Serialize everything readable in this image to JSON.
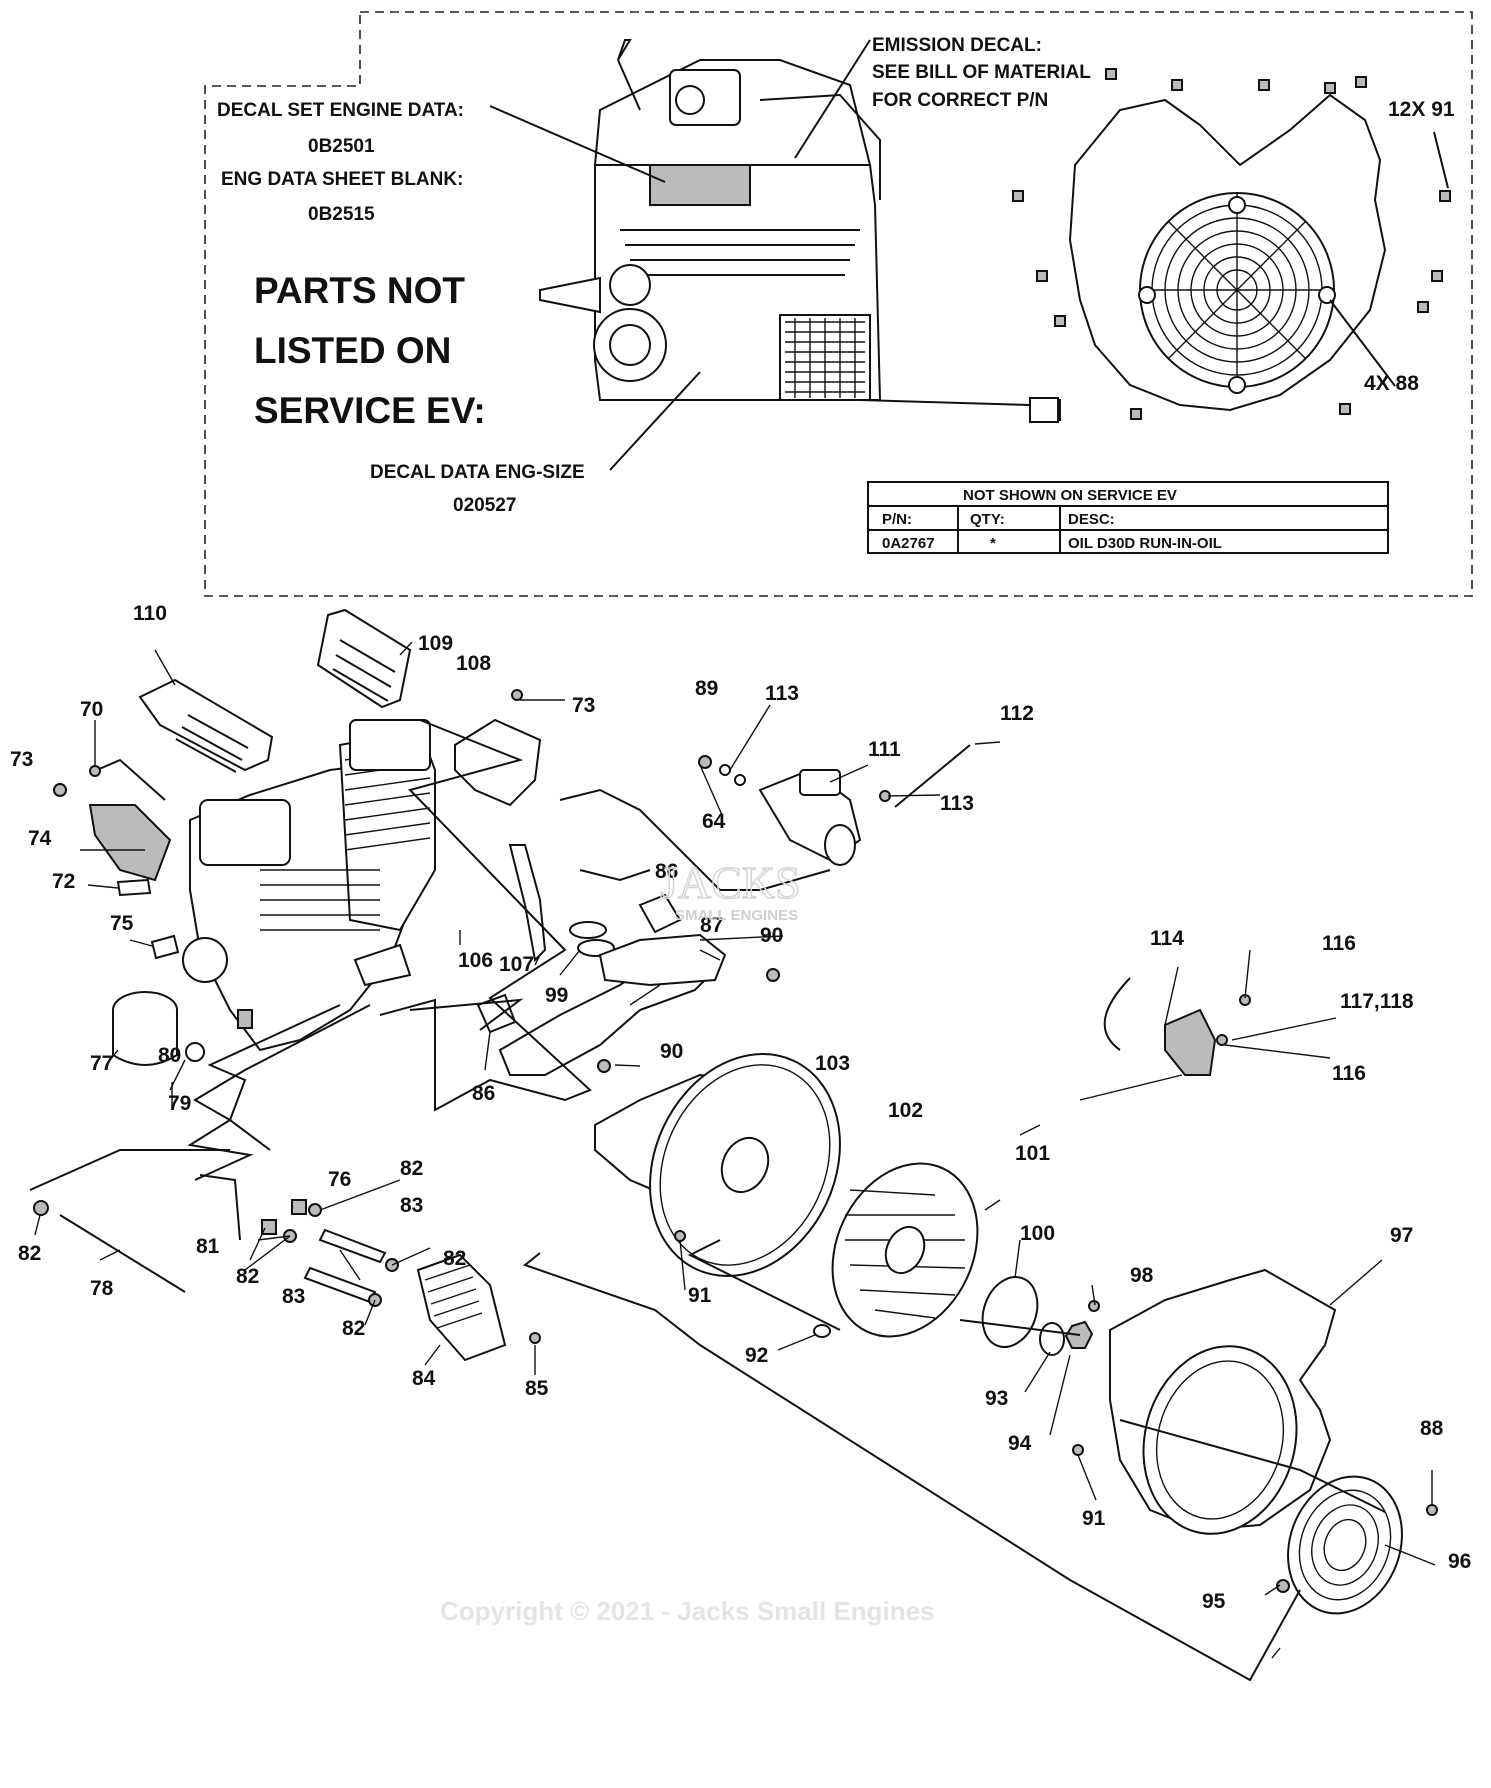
{
  "notes": {
    "decal_set_title": "DECAL SET ENGINE DATA:",
    "decal_set_pn": "0B2501",
    "eng_sheet_title": "ENG DATA SHEET BLANK:",
    "eng_sheet_pn": "0B2515",
    "parts_not_1": "PARTS NOT",
    "parts_not_2": "LISTED ON",
    "parts_not_3": "SERVICE EV:",
    "decal_size_title": "DECAL DATA ENG-SIZE",
    "decal_size_pn": "020527",
    "emission_1": "EMISSION DECAL:",
    "emission_2": "SEE BILL OF MATERIAL",
    "emission_3": "FOR CORRECT P/N",
    "qty_12x91": "12X 91",
    "qty_4x88": "4X 88"
  },
  "table": {
    "title": "NOT SHOWN ON SERVICE EV",
    "headers": [
      "P/N:",
      "QTY:",
      "DESC:"
    ],
    "row": [
      "0A2767",
      "*",
      "OIL D30D RUN-IN-OIL"
    ]
  },
  "callouts": {
    "c110": "110",
    "c109": "109",
    "c108": "108",
    "c73a": "73",
    "c73b": "73",
    "c70": "70",
    "c74": "74",
    "c72": "72",
    "c75": "75",
    "c77": "77",
    "c80": "80",
    "c79": "79",
    "c106": "106",
    "c107": "107",
    "c99": "99",
    "c86a": "86",
    "c86b": "86",
    "c87": "87",
    "c90a": "90",
    "c90b": "90",
    "c89": "89",
    "c113a": "113",
    "c113b": "113",
    "c64": "64",
    "c111": "111",
    "c112": "112",
    "c114": "114",
    "c116a": "116",
    "c116b": "116",
    "c117": "117,118",
    "c103": "103",
    "c102": "102",
    "c101": "101",
    "c100": "100",
    "c98": "98",
    "c97": "97",
    "c91a": "91",
    "c91b": "91",
    "c92": "92",
    "c93": "93",
    "c94": "94",
    "c88": "88",
    "c96": "96",
    "c95": "95",
    "c82a": "82",
    "c82b": "82",
    "c82c": "82",
    "c82d": "82",
    "c82e": "82",
    "c76": "76",
    "c83a": "83",
    "c83b": "83",
    "c81": "81",
    "c78": "78",
    "c84": "84",
    "c85": "85"
  },
  "watermark": {
    "brand": "JACKS",
    "sub": "SMALL ENGINES",
    "copyright": "Copyright © 2021 - Jacks Small Engines"
  }
}
